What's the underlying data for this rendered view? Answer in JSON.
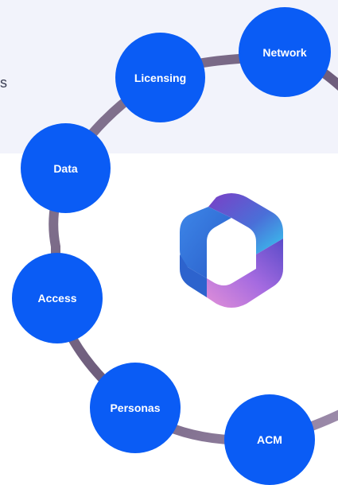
{
  "fragment_text": "s",
  "diagram": {
    "nodes": [
      {
        "id": "network",
        "label": "Network"
      },
      {
        "id": "licensing",
        "label": "Licensing"
      },
      {
        "id": "data",
        "label": "Data"
      },
      {
        "id": "access",
        "label": "Access"
      },
      {
        "id": "personas",
        "label": "Personas"
      },
      {
        "id": "acm",
        "label": "ACM"
      }
    ],
    "ring_color": "#7b6a88",
    "node_color": "#0a5cf5",
    "center_logo": "microsoft-365-logo"
  }
}
